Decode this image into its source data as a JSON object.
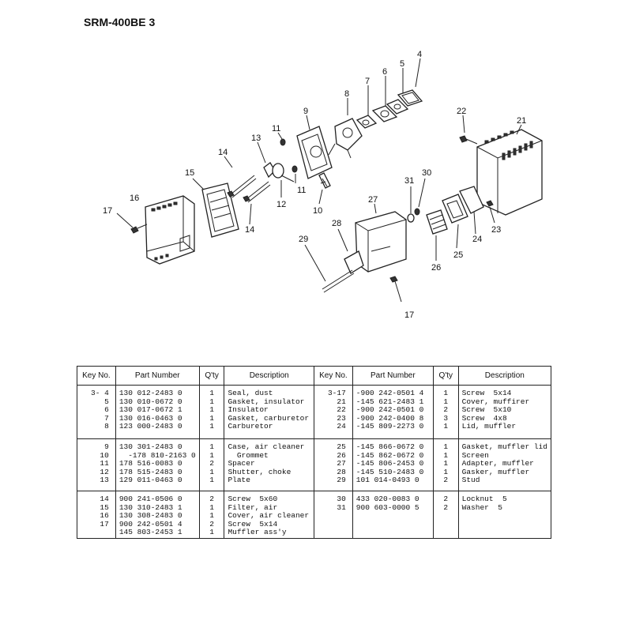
{
  "title": "SRM-400BE 3",
  "diagram": {
    "key_labels": {
      "k4": "4",
      "k5": "5",
      "k6": "6",
      "k7": "7",
      "k8": "8",
      "k9": "9",
      "k10": "10",
      "k11a": "11",
      "k11b": "11",
      "k12": "12",
      "k13": "13",
      "k14a": "14",
      "k14b": "14",
      "k15": "15",
      "k16": "16",
      "k17a": "17",
      "k17b": "17",
      "k21": "21",
      "k22": "22",
      "k23": "23",
      "k24": "24",
      "k25": "25",
      "k26": "26",
      "k27": "27",
      "k28": "28",
      "k29": "29",
      "k30": "30",
      "k31": "31"
    }
  },
  "table": {
    "headers": [
      "Key No.",
      "Part Number",
      "Q'ty",
      "Description",
      "Key No.",
      "Part Number",
      "Q'ty",
      "Description"
    ],
    "groups": [
      {
        "left": [
          {
            "key": "3- 4",
            "part": "130 012-2483 0",
            "qty": "1",
            "desc": "Seal, dust"
          },
          {
            "key": "5",
            "part": "130 010-0672 0",
            "qty": "1",
            "desc": "Gasket, insulator"
          },
          {
            "key": "6",
            "part": "130 017-0672 1",
            "qty": "1",
            "desc": "Insulator"
          },
          {
            "key": "7",
            "part": "130 016-0463 0",
            "qty": "1",
            "desc": "Gasket, carburetor"
          },
          {
            "key": "8",
            "part": "123 000-2483 0",
            "qty": "1",
            "desc": "Carburetor"
          }
        ],
        "right": [
          {
            "key": "3-17",
            "part": "-900 242-0501 4",
            "qty": "1",
            "desc": "Screw  5x14"
          },
          {
            "key": "21",
            "part": "-145 621-2483 1",
            "qty": "1",
            "desc": "Cover, muffirer"
          },
          {
            "key": "22",
            "part": "-900 242-0501 0",
            "qty": "2",
            "desc": "Screw  5x10"
          },
          {
            "key": "23",
            "part": "-900 242-0400 8",
            "qty": "3",
            "desc": "Screw  4x8"
          },
          {
            "key": "24",
            "part": "-145 809-2273 0",
            "qty": "1",
            "desc": "Lid, muffler"
          }
        ]
      },
      {
        "left": [
          {
            "key": "9",
            "part": "130 301-2483 0",
            "qty": "1",
            "desc": "Case, air cleaner"
          },
          {
            "key": "10",
            "part": "  -178 810-2163 0",
            "qty": "1",
            "desc": "  Grommet"
          },
          {
            "key": "11",
            "part": "178 516-0083 0",
            "qty": "2",
            "desc": "Spacer"
          },
          {
            "key": "12",
            "part": "178 515-2483 0",
            "qty": "1",
            "desc": "Shutter, choke"
          },
          {
            "key": "13",
            "part": "129 011-0463 0",
            "qty": "1",
            "desc": "Plate"
          }
        ],
        "right": [
          {
            "key": "25",
            "part": "-145 866-0672 0",
            "qty": "1",
            "desc": "Gasket, muffler lid"
          },
          {
            "key": "26",
            "part": "-145 862-0672 0",
            "qty": "1",
            "desc": "Screen"
          },
          {
            "key": "27",
            "part": "-145 806-2453 0",
            "qty": "1",
            "desc": "Adapter, muffler"
          },
          {
            "key": "28",
            "part": "-145 510-2483 0",
            "qty": "1",
            "desc": "Gasker, muffler"
          },
          {
            "key": "29",
            "part": "101 014-0493 0",
            "qty": "2",
            "desc": "Stud"
          }
        ]
      },
      {
        "left": [
          {
            "key": "14",
            "part": "900 241-0506 0",
            "qty": "2",
            "desc": "Screw  5x60"
          },
          {
            "key": "15",
            "part": "130 310-2483 1",
            "qty": "1",
            "desc": "Filter, air"
          },
          {
            "key": "16",
            "part": "130 308-2483 0",
            "qty": "1",
            "desc": "Cover, air cleaner"
          },
          {
            "key": "17",
            "part": "900 242-0501 4",
            "qty": "2",
            "desc": "Screw  5x14"
          },
          {
            "key": "",
            "part": "145 803-2453 1",
            "qty": "1",
            "desc": "Muffler ass'y"
          }
        ],
        "right": [
          {
            "key": "30",
            "part": "433 020-0083 0",
            "qty": "2",
            "desc": "Locknut  5"
          },
          {
            "key": "31",
            "part": "900 603-0000 5",
            "qty": "2",
            "desc": "Washer  5"
          }
        ]
      }
    ]
  }
}
